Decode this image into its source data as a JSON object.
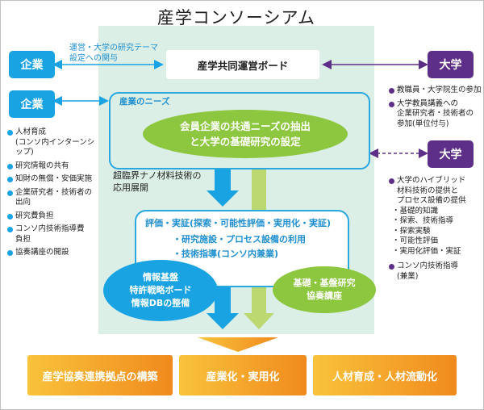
{
  "title": "産学コンソーシアム",
  "left": {
    "box1": "企業",
    "box2": "企業",
    "note": [
      "運営・大学の研究テーマ",
      "設定への関与"
    ],
    "bullets": [
      {
        "text": "人材育成\n(コンソ内インターンシップ)"
      },
      {
        "text": "研究情報の共有"
      },
      {
        "text": "知財の無償・安価実施"
      },
      {
        "text": "企業研究者・技術者の\n出向"
      },
      {
        "text": "研究費負担"
      },
      {
        "text": "コンソ内技術指導費\n負担"
      },
      {
        "text": "協奏講座の開設"
      }
    ]
  },
  "center": {
    "board": "産学共同運営ボード",
    "needs_label": "産業のニーズ",
    "needs_ellipse": [
      "会員企業の共通ニーズの抽出",
      "と大学の基礎研究の設定"
    ],
    "nano": [
      "超臨界ナノ材料技術の",
      "応用展開"
    ],
    "eval_lines": [
      "評価・実証(探索・可能性評価・実用化・実証)",
      "・研究施設・プロセス設備の利用",
      "・技術指導(コンソ内兼業)"
    ],
    "info_ellipse": [
      "情報基盤",
      "特許戦略ボード",
      "情報DBの整備"
    ],
    "basic_ellipse": [
      "基礎・基盤研究",
      "協奏講座"
    ]
  },
  "right": {
    "box1": "大学",
    "box2": "大学",
    "bullets1": [
      {
        "text": "教職員・大学院生の参加"
      },
      {
        "text": "大学教員講義への\n企業研究者・技術者の\n参加(単位付与)"
      }
    ],
    "bullets2_main": "大学のハイブリッド\n材料技術の提供と\nプロセス設備の提供",
    "bullets2_sub": [
      "・基礎的知識",
      "・探索、技術指導",
      "・探索実験",
      "・可能性評価",
      "・実用化評価・実証"
    ],
    "bullets2_last": "コンソ内技術指導\n(兼業)"
  },
  "outcomes": [
    "産学協奏連携拠点の構築",
    "産業化・実用化",
    "人材育成・人材流動化"
  ],
  "colors": {
    "blue": "#1aa3e2",
    "purple": "#5e2f88",
    "green": "#8dc63f",
    "orange": "#f08a1d",
    "panel": "#dcefe7"
  }
}
